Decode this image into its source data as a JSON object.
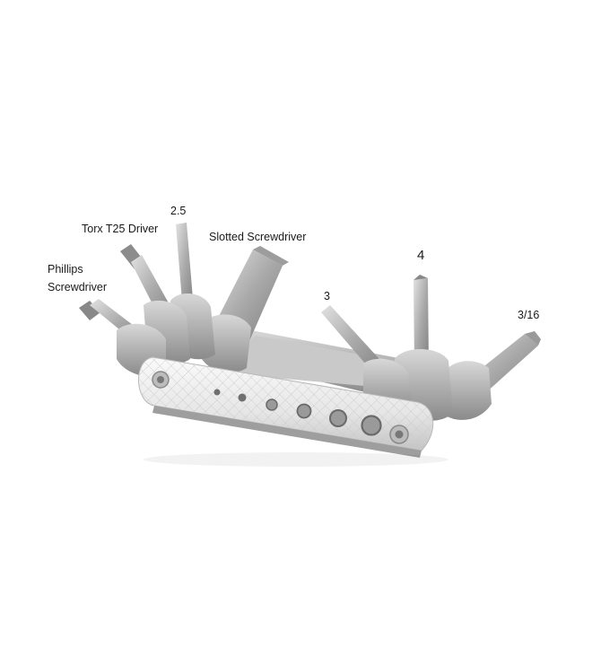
{
  "labels": {
    "phillips_line1": "Phillips",
    "phillips_line2": "Screwdriver",
    "torx": "Torx T25 Driver",
    "hex_2_5": "2.5",
    "slotted": "Slotted Screwdriver",
    "hex_3": "3",
    "hex_4": "4",
    "hex_3_16": "3/16"
  },
  "colors": {
    "background": "#ffffff",
    "steel_light": "#d9d9d9",
    "steel_mid": "#b4b4b4",
    "steel_dark": "#7c7c7c",
    "handle": "#ececec",
    "text": "#1a1a1a"
  }
}
